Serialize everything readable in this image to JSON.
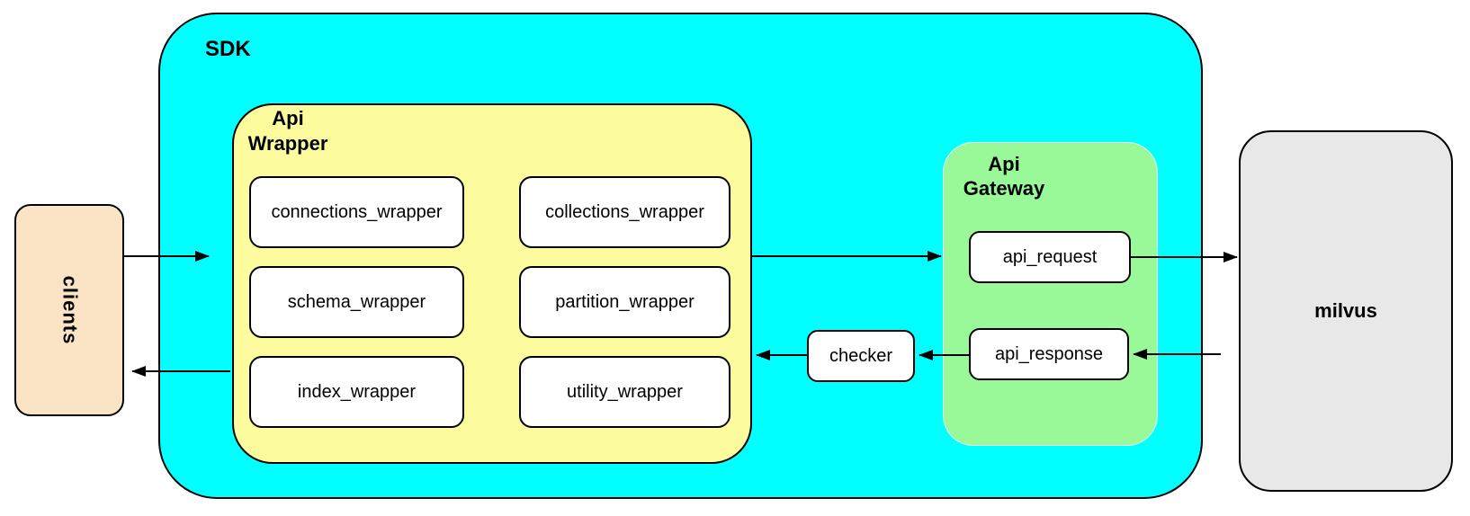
{
  "diagram": {
    "nodes": {
      "clients": {
        "label": "clients"
      },
      "sdk": {
        "label": "SDK"
      },
      "api_wrapper": {
        "label_line1": "Api",
        "label_line2": "Wrapper"
      },
      "api_gateway": {
        "label_line1": "Api",
        "label_line2": "Gateway"
      },
      "connections_wrapper": {
        "label": "connections_wrapper"
      },
      "collections_wrapper": {
        "label": "collections_wrapper"
      },
      "schema_wrapper": {
        "label": "schema_wrapper"
      },
      "partition_wrapper": {
        "label": "partition_wrapper"
      },
      "index_wrapper": {
        "label": "index_wrapper"
      },
      "utility_wrapper": {
        "label": "utility_wrapper"
      },
      "api_request": {
        "label": "api_request"
      },
      "api_response": {
        "label": "api_response"
      },
      "checker": {
        "label": "checker"
      },
      "milvus": {
        "label": "milvus"
      }
    },
    "edges": [
      {
        "from": "clients",
        "to": "sdk",
        "direction": "right"
      },
      {
        "from": "api_wrapper",
        "to": "api_gateway",
        "direction": "right"
      },
      {
        "from": "api_request",
        "to": "milvus",
        "direction": "right"
      },
      {
        "from": "milvus",
        "to": "api_response",
        "direction": "left"
      },
      {
        "from": "api_response",
        "to": "checker",
        "direction": "left"
      },
      {
        "from": "checker",
        "to": "api_wrapper",
        "direction": "left"
      },
      {
        "from": "sdk",
        "to": "clients",
        "direction": "left"
      }
    ],
    "colors": {
      "sdk_fill": "#00ffff",
      "api_wrapper_fill": "#fcfc9e",
      "api_gateway_fill": "#99f999",
      "clients_fill": "#fbe3c5",
      "milvus_fill": "#e8e8e8",
      "leaf_node_fill": "#ffffff",
      "border": "#000000",
      "arrow": "#000000"
    }
  }
}
